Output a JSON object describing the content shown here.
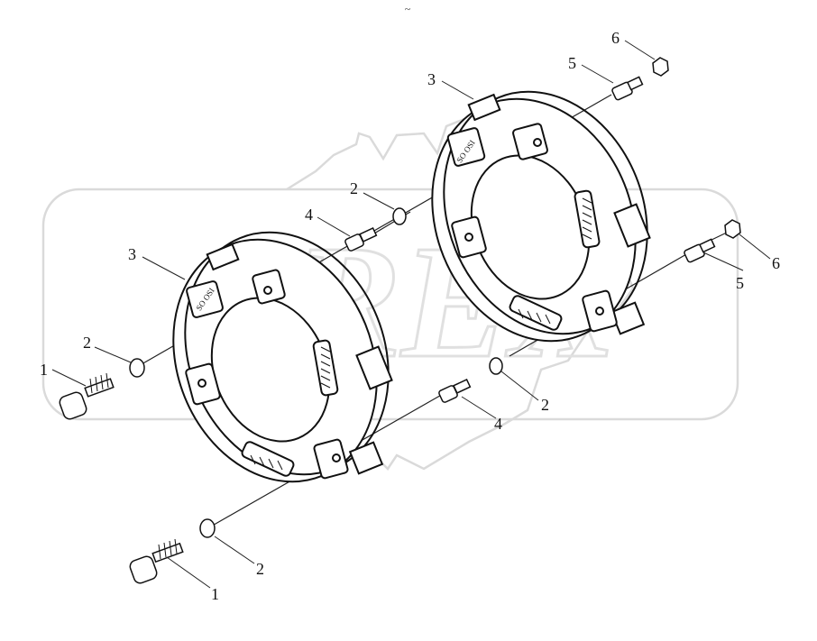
{
  "diagram": {
    "header_mark": "~",
    "watermark_text": "OREX",
    "parts": [
      {
        "id": "bolt-left-upper",
        "label": "1"
      },
      {
        "id": "bolt-left-lower",
        "label": "1"
      },
      {
        "id": "washer-left-upper",
        "label": "2"
      },
      {
        "id": "washer-left-lower",
        "label": "2"
      },
      {
        "id": "washer-middle-upper",
        "label": "2"
      },
      {
        "id": "washer-middle-lower",
        "label": "2"
      },
      {
        "id": "weight-left",
        "label": "3"
      },
      {
        "id": "weight-right",
        "label": "3"
      },
      {
        "id": "stud-middle-upper",
        "label": "4"
      },
      {
        "id": "stud-middle-lower",
        "label": "4"
      },
      {
        "id": "stud-right-upper",
        "label": "5"
      },
      {
        "id": "stud-right-lower",
        "label": "5"
      },
      {
        "id": "nut-right-upper",
        "label": "6"
      },
      {
        "id": "nut-right-lower",
        "label": "6"
      }
    ]
  }
}
